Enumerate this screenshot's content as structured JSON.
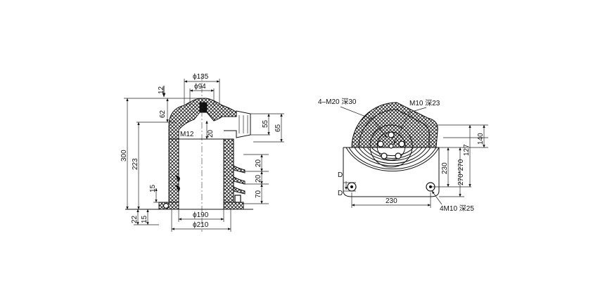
{
  "colors": {
    "background": "#ffffff",
    "ink": "#111111"
  },
  "side_view": {
    "dim_135": "ϕ135",
    "dim_94": "ϕ94",
    "dim_12": "12",
    "dim_62": "62",
    "dim_300": "300",
    "dim_223": "223",
    "dim_m12": "M12",
    "dim_20_center": "20",
    "dim_55": "55",
    "dim_65": "65",
    "dim_20_upper": "20",
    "dim_20_lower": "20",
    "dim_70": "70",
    "dim_15_left": "15",
    "dim_22": "22",
    "dim_15_bottom": "15",
    "dim_190": "ϕ190",
    "dim_210": "ϕ210"
  },
  "plan_view": {
    "callout_m20": "4–M20 深30",
    "callout_m10_center": "M10 深23",
    "dim_127": "127",
    "dim_140": "140",
    "dim_230_vertical": "230",
    "dim_270": "270*270",
    "label_d_upper": "D",
    "label_d_lower": "D",
    "dim_230_horizontal": "230",
    "callout_m10_corner": "4M10 深25"
  }
}
